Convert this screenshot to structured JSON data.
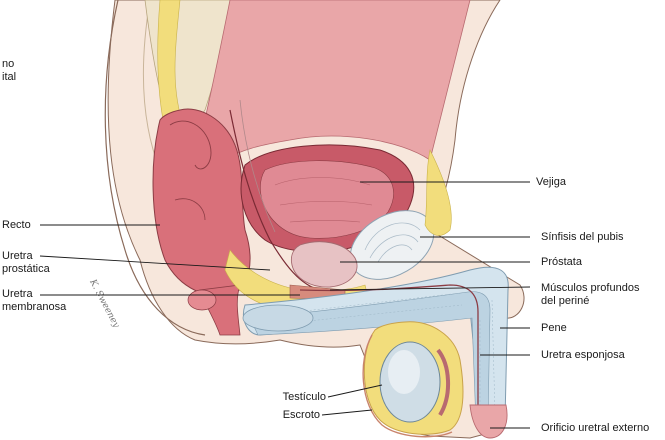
{
  "labels": {
    "truncated": [
      "no",
      "ital"
    ],
    "recto": "Recto",
    "uretra_prostatica": [
      "Uretra",
      "prostática"
    ],
    "uretra_membranosa": [
      "Uretra",
      "membranosa"
    ],
    "vejiga": "Vejiga",
    "sinfisis": "Sínfisis del pubis",
    "prostata": "Próstata",
    "musculos": [
      "Músculos profundos",
      "del periné"
    ],
    "pene": "Pene",
    "uretra_esponjosa": "Uretra esponjosa",
    "testiculo": "Testículo",
    "escroto": "Escroto",
    "orificio": "Orificio uretral externo"
  },
  "artist_signature": "K. Sweeney",
  "colors": {
    "rectum": "#d9707a",
    "bladder": "#c85a68",
    "fat": "#f2dd7c",
    "bone": "#eef1f3",
    "penis": "#d4e4ee",
    "skin": "#f7e7dc"
  }
}
